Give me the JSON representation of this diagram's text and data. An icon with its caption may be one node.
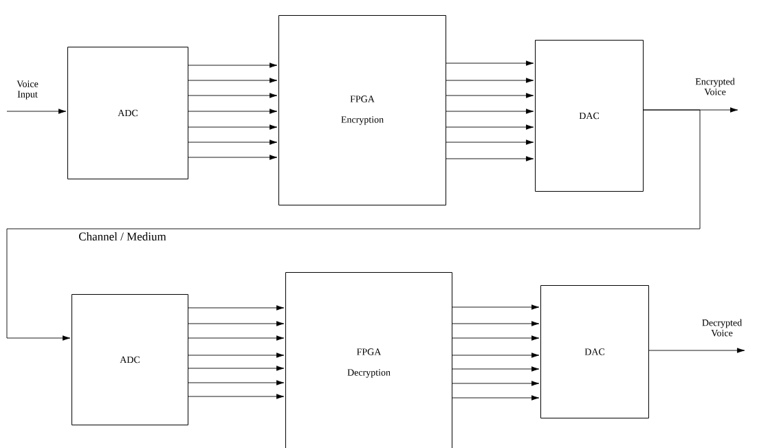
{
  "diagram": {
    "nodes": [
      {
        "text": [
          "ADC"
        ]
      },
      {
        "text": [
          "FPGA",
          "Encryption"
        ]
      },
      {
        "text": [
          "DAC"
        ]
      },
      {
        "text": [
          "ADC"
        ]
      },
      {
        "text": [
          "FPGA",
          "Decryption"
        ]
      },
      {
        "text": [
          "DAC"
        ]
      }
    ],
    "edges": [
      {
        "from": null,
        "to": 0,
        "arrow": "to",
        "label": "Voice Input"
      },
      {
        "from": 0,
        "to": 1,
        "arrow": "to"
      },
      {
        "from": 0,
        "to": 1,
        "arrow": "to"
      },
      {
        "from": 0,
        "to": 1,
        "arrow": "to"
      },
      {
        "from": 0,
        "to": 1,
        "arrow": "to"
      },
      {
        "from": 0,
        "to": 1,
        "arrow": "to"
      },
      {
        "from": 0,
        "to": 1,
        "arrow": "to"
      },
      {
        "from": 0,
        "to": 1,
        "arrow": "to"
      },
      {
        "from": 1,
        "to": 2,
        "arrow": "to"
      },
      {
        "from": 1,
        "to": 2,
        "arrow": "to"
      },
      {
        "from": 1,
        "to": 2,
        "arrow": "to"
      },
      {
        "from": 1,
        "to": 2,
        "arrow": "to"
      },
      {
        "from": 1,
        "to": 2,
        "arrow": "to"
      },
      {
        "from": 1,
        "to": 2,
        "arrow": "to"
      },
      {
        "from": 1,
        "to": 2,
        "arrow": "to"
      },
      {
        "from": 2,
        "to": null,
        "arrow": "to",
        "label": "Encrypted Voice"
      },
      {
        "from": 2,
        "to": 3,
        "arrow": "to",
        "label": "Channel / Medium"
      },
      {
        "from": 3,
        "to": 4,
        "arrow": "to"
      },
      {
        "from": 3,
        "to": 4,
        "arrow": "to"
      },
      {
        "from": 3,
        "to": 4,
        "arrow": "to"
      },
      {
        "from": 3,
        "to": 4,
        "arrow": "to"
      },
      {
        "from": 3,
        "to": 4,
        "arrow": "to"
      },
      {
        "from": 3,
        "to": 4,
        "arrow": "to"
      },
      {
        "from": 3,
        "to": 4,
        "arrow": "to"
      },
      {
        "from": 4,
        "to": 5,
        "arrow": "to"
      },
      {
        "from": 4,
        "to": 5,
        "arrow": "to"
      },
      {
        "from": 4,
        "to": 5,
        "arrow": "to"
      },
      {
        "from": 4,
        "to": 5,
        "arrow": "to"
      },
      {
        "from": 4,
        "to": 5,
        "arrow": "to"
      },
      {
        "from": 4,
        "to": 5,
        "arrow": "to"
      },
      {
        "from": 4,
        "to": 5,
        "arrow": "to"
      },
      {
        "from": 5,
        "to": null,
        "arrow": "to",
        "label": "Decrypted Voice"
      }
    ]
  }
}
